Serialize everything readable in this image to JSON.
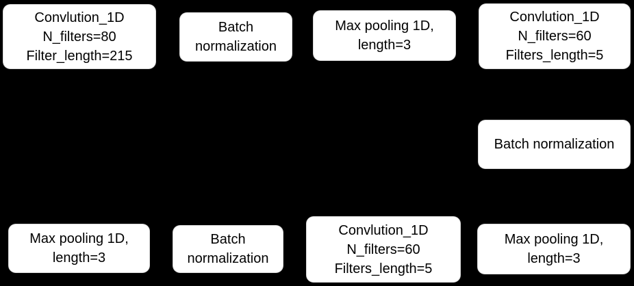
{
  "diagram": {
    "background_color": "#000000",
    "node_fill_color": "#ffffff",
    "node_text_color": "#000000",
    "nodes": [
      {
        "id": "conv1d-1",
        "lines": [
          "Convlution_1D",
          "N_filters=80",
          "Filter_length=215"
        ]
      },
      {
        "id": "batchnorm-1",
        "lines": [
          "Batch",
          "normalization"
        ]
      },
      {
        "id": "maxpool-1",
        "lines": [
          "Max pooling 1D,",
          "length=3"
        ]
      },
      {
        "id": "conv1d-2",
        "lines": [
          "Convlution_1D",
          "N_filters=60",
          "Filters_length=5"
        ]
      },
      {
        "id": "batchnorm-2",
        "lines": [
          "Batch normalization"
        ]
      },
      {
        "id": "maxpool-2",
        "lines": [
          "Max pooling 1D,",
          "length=3"
        ]
      },
      {
        "id": "conv1d-3",
        "lines": [
          "Convlution_1D",
          "N_filters=60",
          "Filters_length=5"
        ]
      },
      {
        "id": "batchnorm-3",
        "lines": [
          "Batch",
          "normalization"
        ]
      },
      {
        "id": "maxpool-3",
        "lines": [
          "Max pooling 1D,",
          "length=3"
        ]
      }
    ]
  }
}
